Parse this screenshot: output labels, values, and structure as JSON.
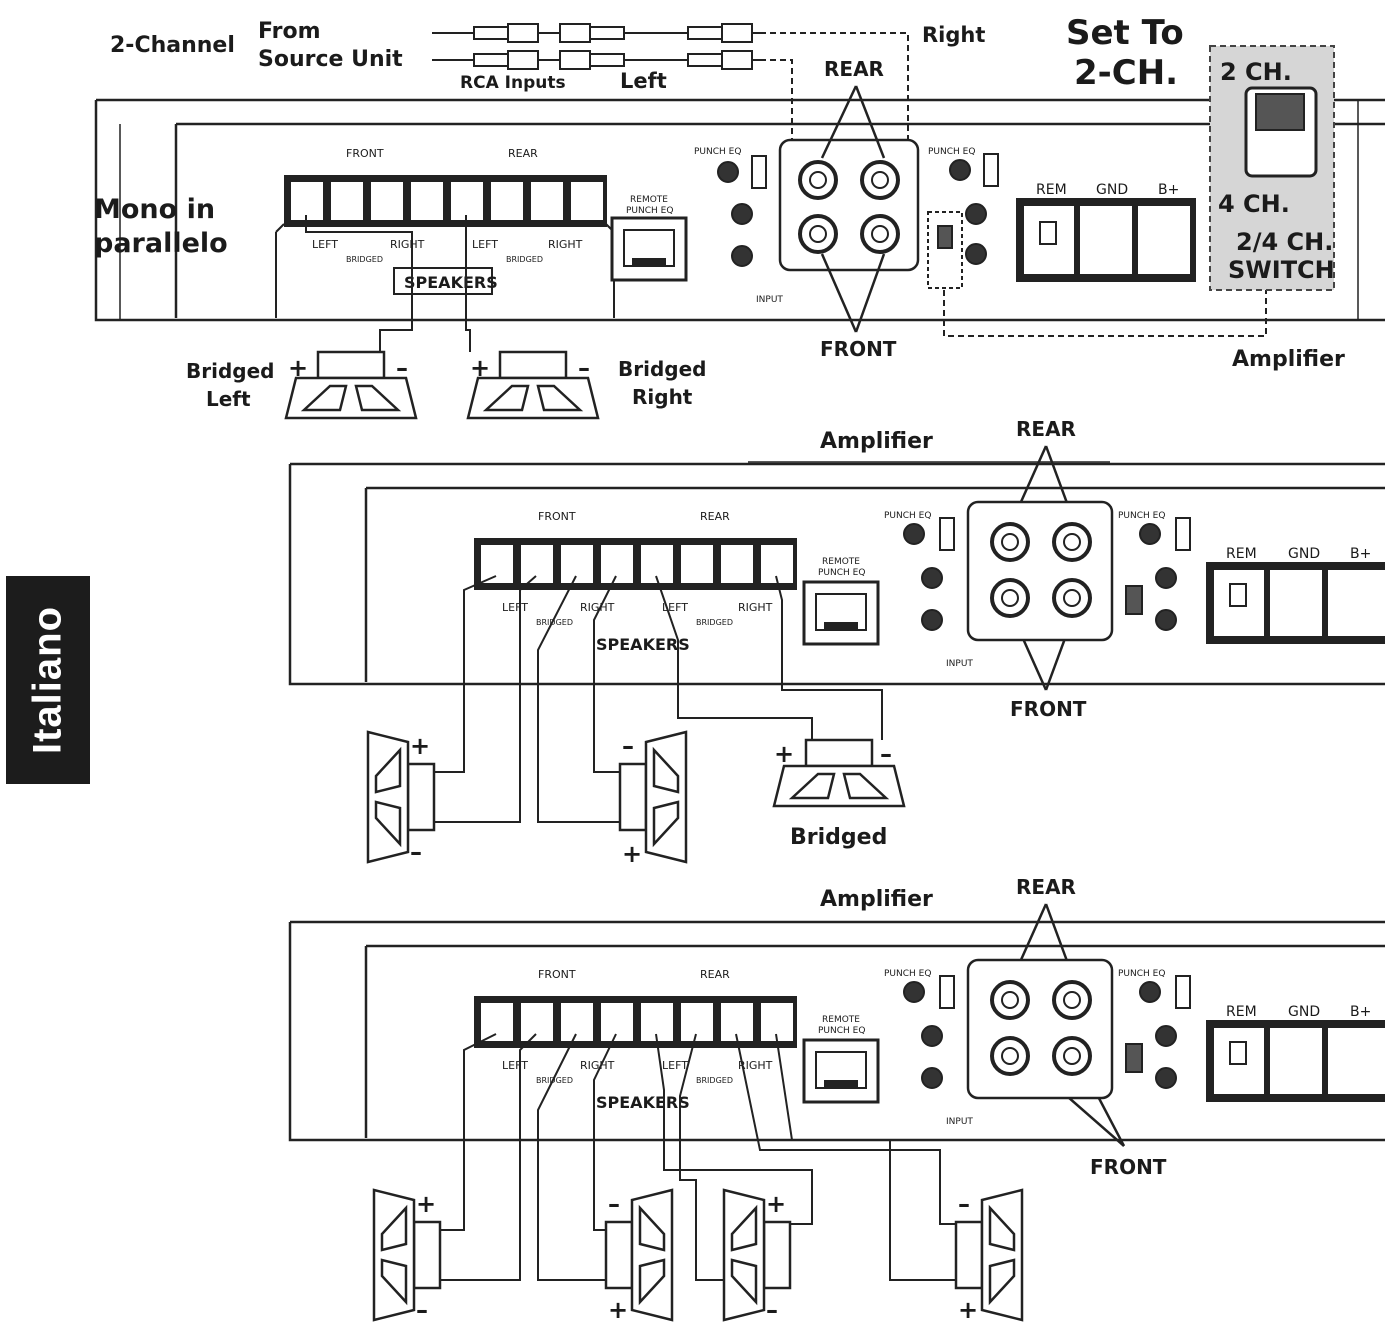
{
  "side_tab": "Italiano",
  "common": {
    "amplifier": "Amplifier",
    "rear": "REAR",
    "front": "FRONT",
    "speakers": "SPEAKERS",
    "terminal_front": "FRONT",
    "terminal_rear": "REAR",
    "left": "LEFT",
    "right": "RIGHT",
    "bridged_small": "BRIDGED",
    "remote_1": "REMOTE",
    "remote_2": "PUNCH EQ",
    "punch_eq": "PUNCH EQ",
    "rem": "REM",
    "gnd": "GND",
    "bplus": "B+",
    "input": "INPUT",
    "plus": "+",
    "minus": "–"
  },
  "top": {
    "two_channel": "2-Channel",
    "from": "From",
    "source_unit": "Source Unit",
    "rca_inputs": "RCA Inputs",
    "left": "Left",
    "right": "Right",
    "set_to_1": "Set To",
    "set_to_2": "2-CH.",
    "switch_2ch": "2 CH.",
    "switch_4ch": "4 CH.",
    "switch_name_1": "2/4 CH.",
    "switch_name_2": "SWITCH",
    "mono_1": "Mono in",
    "mono_2": "parallelo",
    "bridged": "Bridged",
    "bridged_left": "Left",
    "bridged_right": "Right"
  },
  "middle": {
    "bridged": "Bridged"
  }
}
